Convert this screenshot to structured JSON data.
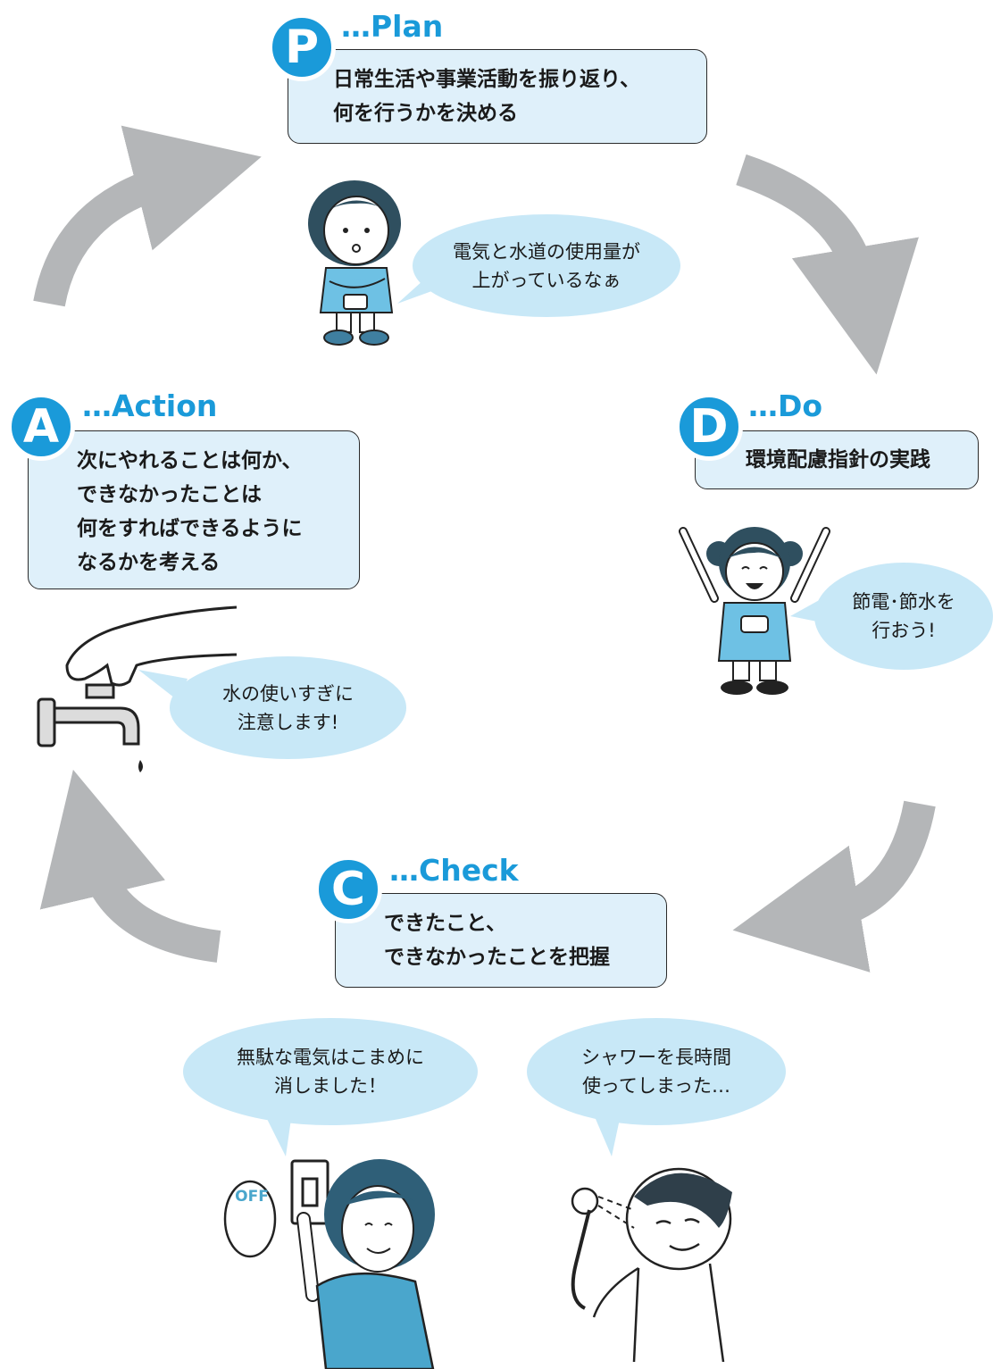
{
  "colors": {
    "accent": "#1a9ad9",
    "box_fill": "#dff0fa",
    "bubble_fill": "#c8e8f7",
    "arrow": "#b4b6b8"
  },
  "stages": {
    "plan": {
      "badge": "P",
      "title": "…Plan",
      "lines": [
        "日常生活や事業活動を振り返り、",
        "何を行うかを決める"
      ],
      "speech": [
        "電気と水道の使用量が",
        "上がっているなぁ"
      ],
      "figure_icon": "woman-thinking-icon"
    },
    "do": {
      "badge": "D",
      "title": "…Do",
      "lines": [
        "環境配慮指針の実践"
      ],
      "speech": [
        "節電･節水を",
        "行おう!"
      ],
      "figure_icon": "girl-cheering-icon"
    },
    "check": {
      "badge": "C",
      "title": "…Check",
      "lines": [
        "できたこと、",
        "できなかったことを把握"
      ],
      "speech_left": [
        "無駄な電気はこまめに",
        "消しました！"
      ],
      "speech_right": [
        "シャワーを長時間",
        "使ってしまった…"
      ],
      "figure_left_icon": "woman-light-switch-icon",
      "switch_sign": "OFF",
      "figure_right_icon": "man-showering-icon"
    },
    "action": {
      "badge": "A",
      "title": "…Action",
      "lines": [
        "次にやれることは何か、",
        "できなかったことは",
        "何をすればできるように",
        "なるかを考える"
      ],
      "speech": [
        "水の使いすぎに",
        "注意します!"
      ],
      "figure_icon": "faucet-hand-icon"
    }
  }
}
